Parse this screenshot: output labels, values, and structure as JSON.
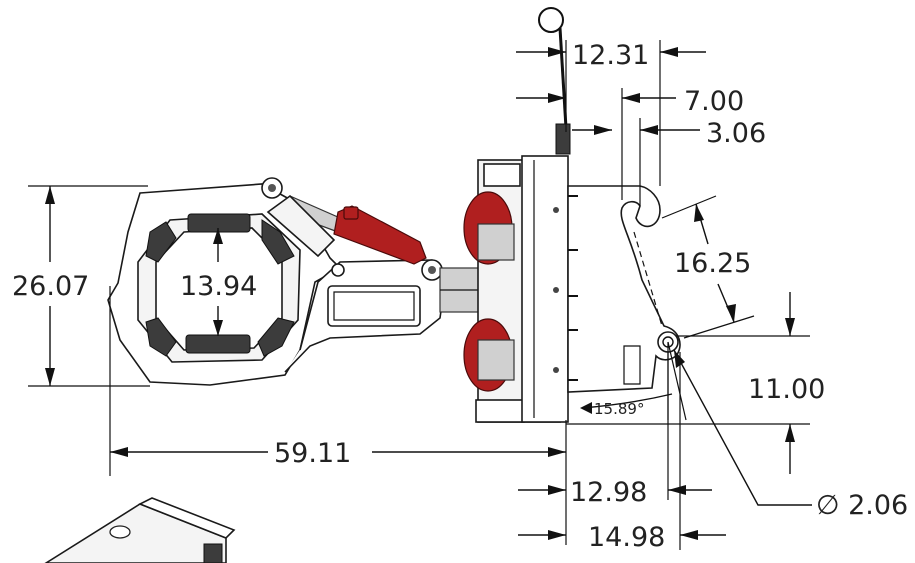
{
  "dimensions": {
    "d_12_31": "12.31",
    "d_7_00": "7.00",
    "d_3_06": "3.06",
    "d_16_25": "16.25",
    "d_26_07": "26.07",
    "d_13_94": "13.94",
    "d_11_00": "11.00",
    "d_59_11": "59.11",
    "d_12_98": "12.98",
    "d_14_98": "14.98",
    "d_angle": "15.89°",
    "d_diameter": "∅ 2.06"
  },
  "colors": {
    "line": "#111111",
    "cylinder_red": "#b01f1f",
    "pad_dark": "#3c3c3c"
  }
}
